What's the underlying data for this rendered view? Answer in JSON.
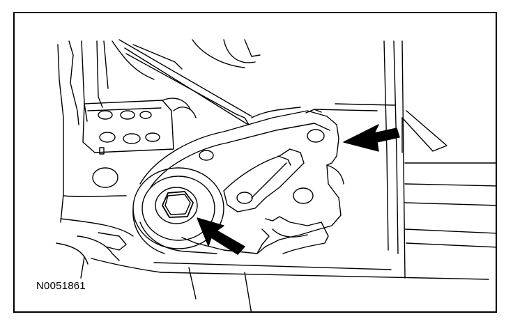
{
  "figure": {
    "reference_code": "N0051861",
    "colors": {
      "line": "#000000",
      "background": "#ffffff",
      "arrow_fill": "#000000"
    },
    "callouts": [
      {
        "name": "arrow-to-bracket-bolt-right",
        "icon": "arrow-left-icon"
      },
      {
        "name": "arrow-to-pivot-bolt",
        "icon": "arrow-up-left-icon"
      }
    ]
  }
}
